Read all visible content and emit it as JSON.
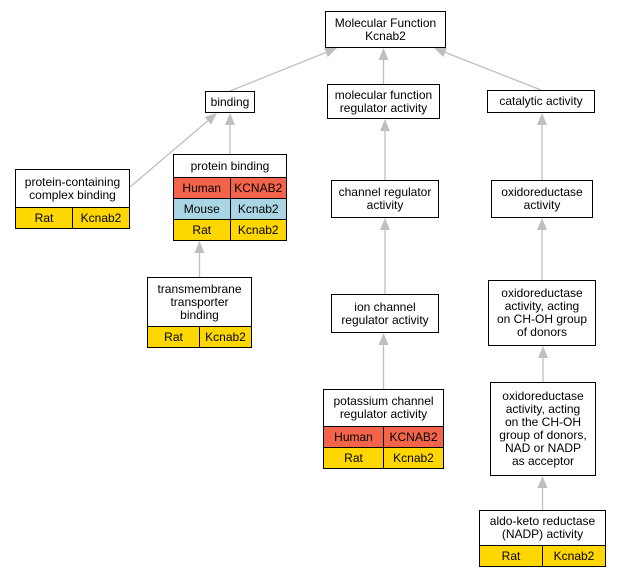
{
  "colors": {
    "human": "#f4644a",
    "mouse": "#a9d5e4",
    "rat": "#ffd700",
    "edge": "#bfbfbf"
  },
  "nodes": {
    "root": {
      "title": "Molecular Function\nKcnab2",
      "rows": []
    },
    "binding": {
      "title": "binding",
      "rows": []
    },
    "mf_regulator": {
      "title": "molecular function\nregulator activity",
      "rows": []
    },
    "catalytic": {
      "title": "catalytic activity",
      "rows": []
    },
    "complex_binding": {
      "title": "protein-containing\ncomplex binding",
      "rows": [
        {
          "species": "Rat",
          "gene": "Kcnab2",
          "color": "rat"
        }
      ]
    },
    "protein_binding": {
      "title": "protein binding",
      "rows": [
        {
          "species": "Human",
          "gene": "KCNAB2",
          "color": "human"
        },
        {
          "species": "Mouse",
          "gene": "Kcnab2",
          "color": "mouse"
        },
        {
          "species": "Rat",
          "gene": "Kcnab2",
          "color": "rat"
        }
      ]
    },
    "channel_regulator": {
      "title": "channel regulator\nactivity",
      "rows": []
    },
    "oxidoreductase": {
      "title": "oxidoreductase\nactivity",
      "rows": []
    },
    "tm_transporter": {
      "title": "transmembrane\ntransporter\nbinding",
      "rows": [
        {
          "species": "Rat",
          "gene": "Kcnab2",
          "color": "rat"
        }
      ]
    },
    "ion_channel_regulator": {
      "title": "ion channel\nregulator activity",
      "rows": []
    },
    "oxido_choh": {
      "title": "oxidoreductase\nactivity, acting\non CH-OH group\nof donors",
      "rows": []
    },
    "potassium_regulator": {
      "title": "potassium channel\nregulator activity",
      "rows": [
        {
          "species": "Human",
          "gene": "KCNAB2",
          "color": "human"
        },
        {
          "species": "Rat",
          "gene": "Kcnab2",
          "color": "rat"
        }
      ]
    },
    "oxido_nad": {
      "title": "oxidoreductase\nactivity, acting\non the CH-OH\ngroup of donors,\nNAD or NADP\nas acceptor",
      "rows": []
    },
    "aldo_keto": {
      "title": "aldo-keto reductase\n(NADP) activity",
      "rows": [
        {
          "species": "Rat",
          "gene": "Kcnab2",
          "color": "rat"
        }
      ]
    }
  },
  "edges": [
    [
      "binding",
      "root"
    ],
    [
      "mf_regulator",
      "root"
    ],
    [
      "catalytic",
      "root"
    ],
    [
      "complex_binding",
      "binding"
    ],
    [
      "protein_binding",
      "binding"
    ],
    [
      "tm_transporter",
      "protein_binding"
    ],
    [
      "channel_regulator",
      "mf_regulator"
    ],
    [
      "ion_channel_regulator",
      "channel_regulator"
    ],
    [
      "potassium_regulator",
      "ion_channel_regulator"
    ],
    [
      "oxidoreductase",
      "catalytic"
    ],
    [
      "oxido_choh",
      "oxidoreductase"
    ],
    [
      "oxido_nad",
      "oxido_choh"
    ],
    [
      "aldo_keto",
      "oxido_nad"
    ]
  ]
}
